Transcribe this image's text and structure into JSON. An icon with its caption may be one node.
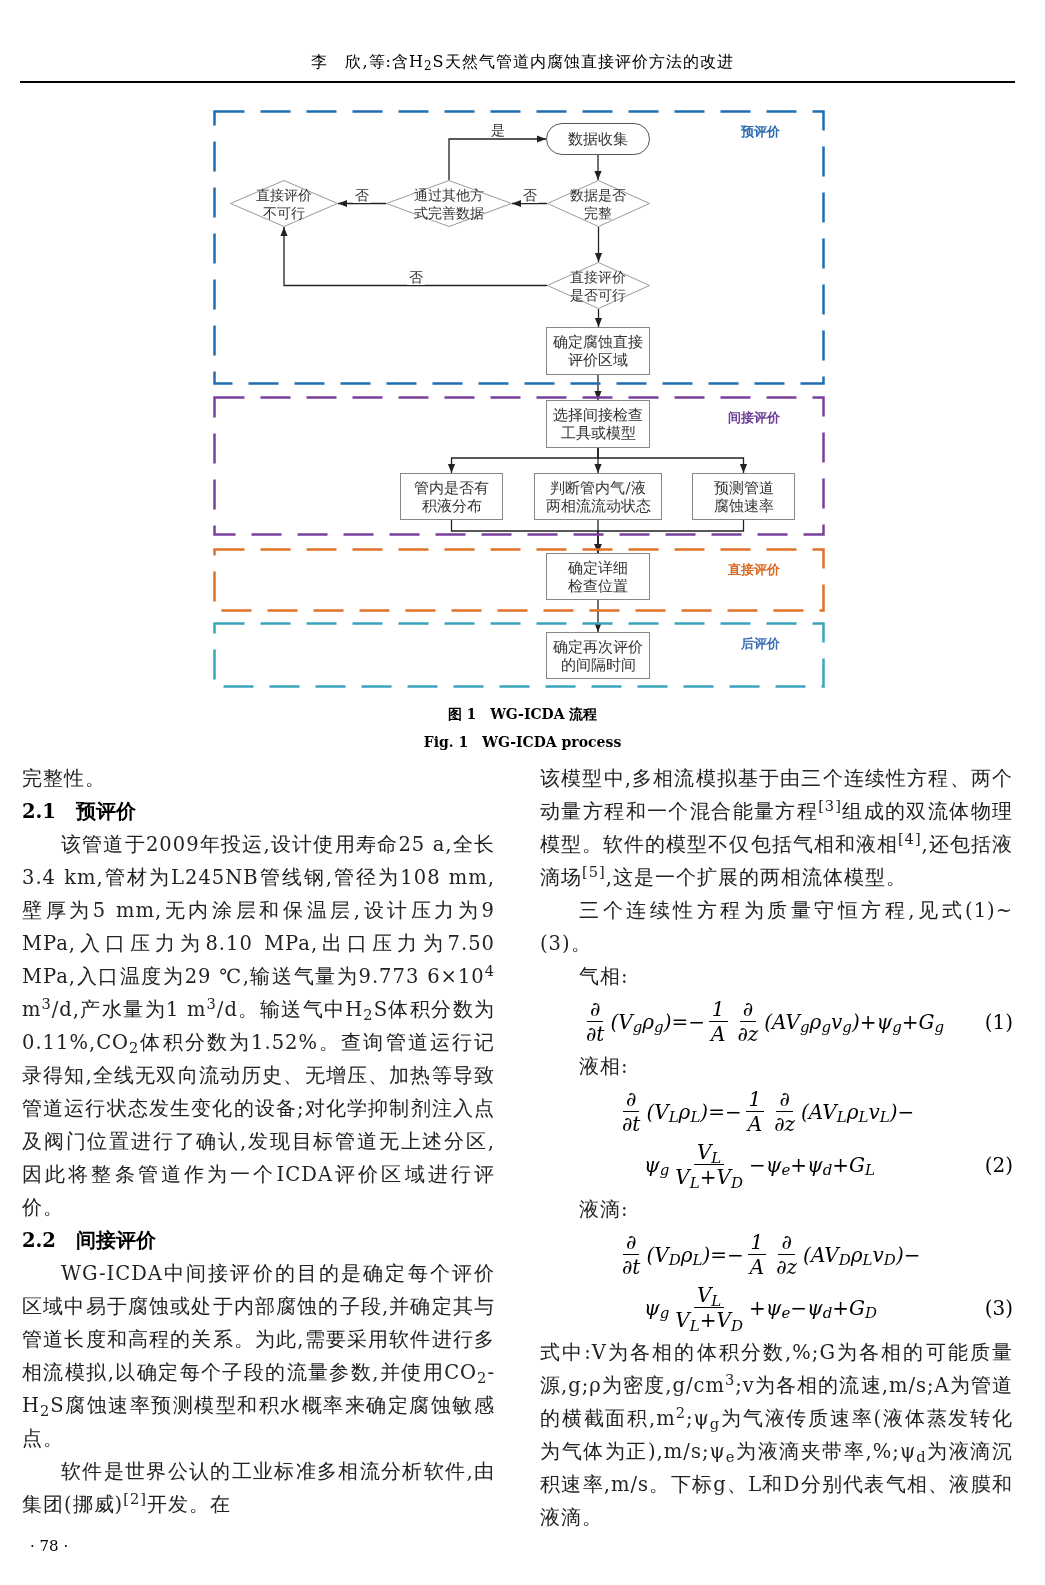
{
  "diagram": {
    "caption": "图 1　WG-ICDA 流程",
    "nodes": [
      {
        "text": [
          "预评价"
        ]
      },
      {
        "text": [
          "数据收集"
        ],
        "in": 0
      },
      {
        "text": [
          "数据是否完整"
        ],
        "in": 0
      },
      {
        "text": [
          "通过其他方式完善数据"
        ],
        "in": 0
      },
      {
        "text": [
          "直接评价不可行"
        ],
        "in": 0
      },
      {
        "text": [
          "直接评价是否可行"
        ],
        "in": 0
      },
      {
        "text": [
          "确定腐蚀直接评价区域"
        ],
        "in": 0
      },
      {
        "text": [
          "间接评价"
        ]
      },
      {
        "text": [
          "选择间接检查工具或模型"
        ],
        "in": 7
      },
      {
        "text": [
          "管内是否有积液分布"
        ],
        "in": 7
      },
      {
        "text": [
          "判断管内气/液两相流流动状态"
        ],
        "in": 7
      },
      {
        "text": [
          "预测管道腐蚀速率"
        ],
        "in": 7
      },
      {
        "text": [
          "直接评价"
        ]
      },
      {
        "text": [
          "确定详细检查位置"
        ],
        "in": 12
      },
      {
        "text": [
          "后评价"
        ]
      },
      {
        "text": [
          "确定再次评价的间隔时间"
        ],
        "in": 14
      }
    ],
    "edges": [
      {
        "from": 1,
        "to": 2,
        "arrow": "to"
      },
      {
        "from": 2,
        "to": 3,
        "arrow": "to",
        "label": "否"
      },
      {
        "from": 3,
        "to": 4,
        "arrow": "to",
        "label": "否"
      },
      {
        "from": 3,
        "to": 1,
        "arrow": "to",
        "label": "是"
      },
      {
        "from": 2,
        "to": 5,
        "arrow": "to"
      },
      {
        "from": 5,
        "to": 4,
        "arrow": "to",
        "label": "否"
      },
      {
        "from": 5,
        "to": 6,
        "arrow": "to"
      },
      {
        "from": 6,
        "to": 8,
        "arrow": "to"
      },
      {
        "from": 8,
        "to": 9,
        "arrow": "to"
      },
      {
        "from": 8,
        "to": 10,
        "arrow": "to"
      },
      {
        "from": 8,
        "to": 11,
        "arrow": "to"
      },
      {
        "from": 9,
        "to": 13,
        "arrow": "to"
      },
      {
        "from": 10,
        "to": 13,
        "arrow": "to"
      },
      {
        "from": 11,
        "to": 13,
        "arrow": "to"
      },
      {
        "from": 13,
        "to": 15,
        "arrow": "to"
      }
    ],
    "labels": [
      "李　欣,等:含H$_{2}$S天然气管道内腐蚀直接评价方法的改进",
      "Fig. 1　WG-ICDA process",
      "完整性。",
      "2.1　预评价",
      "该管道于2009年投运,设计使用寿命25 a,全长3.4 km,管材为L245NB管线钢,管径为108 mm,壁厚为5 mm,无内涂层和保温层,设计压力为9 MPa,入口压力为8.10 MPa,出口压力为7.50 MPa,入口温度为29 ℃,输送气量为9.773 6×10$^{4}$ m$^{3}$/d,产水量为1 m$^{3}$/d。输送气中H$_{2}$S体积分数为0.11%,CO$_{2}$体积分数为1.52%。查询管道运行记录得知,全线无双向流动历史、无增压、加热等导致管道运行状态发生变化的设备;对化学抑制剂注入点及阀门位置进行了确认,发现目标管道无上述分区,因此将整条管道作为一个ICDA评价区域进行评价。",
      "2.2　间接评价",
      "WG-ICDA中间接评价的目的是确定每个评价区域中易于腐蚀或处于内部腐蚀的子段,并确定其与管道长度和高程的关系。为此,需要采用软件进行多相流模拟,以确定每个子段的流量参数,并使用CO$_{2}$-H$_{2}$S腐蚀速率预测模型和积水概率来确定腐蚀敏感点。",
      "软件是世界公认的工业标准多相流分析软件,由集团(挪威)$^{[2]}$开发。在",
      "该模型中,多相流模拟基于由三个连续性方程、两个动量方程和一个混合能量方程$^{[3]}$组成的双流体物理模型。软件的模型不仅包括气相和液相$^{[4]}$,还包括液滴场$^{[5]}$,这是一个扩展的两相流体模型。",
      "三个连续性方程为质量守恒方程,见式(1)~(3)。",
      "气相:",
      "∂",
      "∂t",
      "(V$_{g}$ρ$_{g}$)=−",
      "1",
      "A",
      "∂",
      "∂z",
      "(AV$_{g}$ρ$_{g}$v$_{g}$)+ψ$_{g}$+G$_{g}$",
      "(1)",
      "液相:",
      "∂",
      "∂t",
      "(V$_{L}$ρ$_{L}$)=−",
      "1",
      "A",
      "∂",
      "∂z",
      "(AV$_{L}$ρ$_{L}$v$_{L}$)−",
      "ψ$_{g}$",
      "V$_{L}$",
      "V$_{L}$+V$_{D}$",
      "−ψ$_{e}$+ψ$_{d}$+G$_{L}$",
      "(2)",
      "液滴:",
      "∂",
      "∂t",
      "(V$_{D}$ρ$_{L}$)=−",
      "1",
      "A",
      "∂",
      "∂z",
      "(AV$_{D}$ρ$_{L}$v$_{D}$)−",
      "ψ$_{g}$",
      "V$_{L}$",
      "V$_{L}$+V$_{D}$",
      "+ψ$_{e}$−ψ$_{d}$+G$_{D}$",
      "(3)",
      "式中:V为各相的体积分数,%;G为各相的可能质量源,g;ρ为密度,g/cm$^{3}$;v为各相的流速,m/s;A为管道的横截面积,m$^{2}$;ψ$_{g}$为气液传质速率(液体蒸发转化为气体为正),m/s;ψ$_{e}$为液滴夹带率,%;ψ$_{d}$为液滴沉积速率,m/s。下标g、L和D分别代表气相、液膜和液滴。",
      "· 78 ·"
    ]
  }
}
